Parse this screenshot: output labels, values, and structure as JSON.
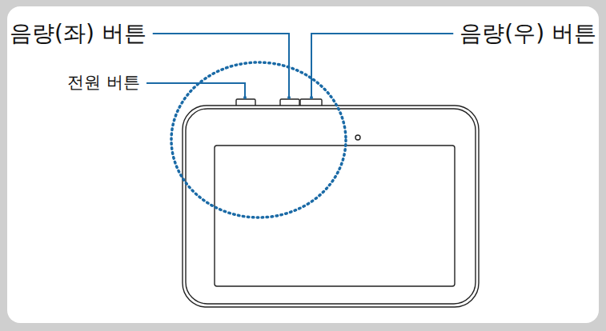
{
  "diagram": {
    "labels": [
      "음량(좌) 버튼",
      "음량(우) 버튼",
      "전원 버튼"
    ]
  }
}
